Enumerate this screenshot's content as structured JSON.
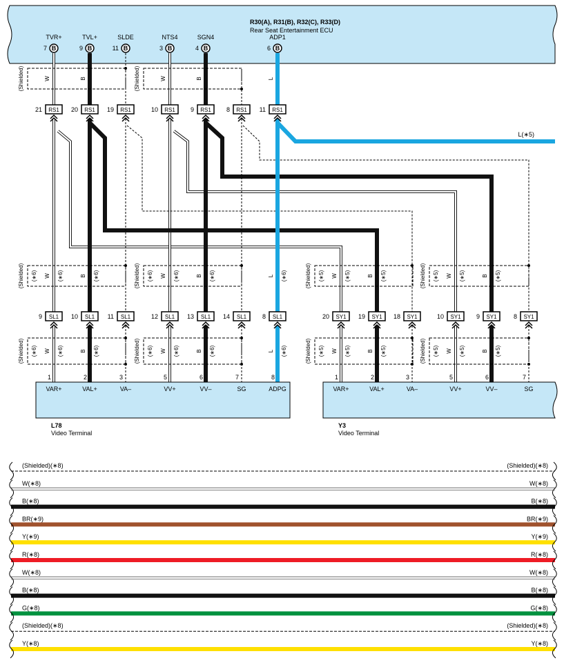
{
  "ecu": {
    "title": "R30(A), R31(B), R32(C), R33(D)",
    "subtitle": "Rear Seat Entertainment ECU",
    "pins": [
      {
        "num": "7",
        "name": "TVR+",
        "code": "B"
      },
      {
        "num": "9",
        "name": "TVL+",
        "code": "B"
      },
      {
        "num": "11",
        "name": "SLDE",
        "code": "B"
      },
      {
        "num": "3",
        "name": "NTS4",
        "code": "B"
      },
      {
        "num": "4",
        "name": "SGN4",
        "code": "B"
      },
      {
        "num": "6",
        "name": "ADP1",
        "code": "B"
      }
    ]
  },
  "rs1": {
    "label": "RS1",
    "pins": [
      "21",
      "20",
      "19",
      "10",
      "9",
      "8",
      "11"
    ]
  },
  "sl1": {
    "label": "SL1",
    "pins": [
      "9",
      "10",
      "11",
      "12",
      "13",
      "14",
      "8"
    ]
  },
  "sy1": {
    "label": "SY1",
    "pins": [
      "20",
      "19",
      "18",
      "10",
      "9",
      "8"
    ]
  },
  "shield": {
    "text": "(Shielded)",
    "wire_w": "W",
    "wire_b": "B",
    "wire_l": "L",
    "note6": "(∗6)",
    "note5": "(∗5)"
  },
  "branch_label": "L(∗5)",
  "l78": {
    "id": "L78",
    "name": "Video Terminal",
    "pins": [
      {
        "num": "1",
        "name": "VAR+"
      },
      {
        "num": "2",
        "name": "VAL+"
      },
      {
        "num": "3",
        "name": "VA–"
      },
      {
        "num": "5",
        "name": "VV+"
      },
      {
        "num": "6",
        "name": "VV–"
      },
      {
        "num": "7",
        "name": "SG"
      },
      {
        "num": "8",
        "name": "ADPG"
      }
    ]
  },
  "y3": {
    "id": "Y3",
    "name": "Video Terminal",
    "pins": [
      {
        "num": "1",
        "name": "VAR+"
      },
      {
        "num": "2",
        "name": "VAL+"
      },
      {
        "num": "3",
        "name": "VA–"
      },
      {
        "num": "5",
        "name": "VV+"
      },
      {
        "num": "6",
        "name": "VV–"
      },
      {
        "num": "7",
        "name": "SG"
      }
    ]
  },
  "legend": [
    {
      "label": "(Shielded)(∗8)",
      "style": "shield",
      "color": "#000000"
    },
    {
      "label": "W(∗8)",
      "style": "white",
      "color": "#ffffff"
    },
    {
      "label": "B(∗8)",
      "style": "solid",
      "color": "#111111"
    },
    {
      "label": "BR(∗9)",
      "style": "solid",
      "color": "#a0522d"
    },
    {
      "label": "Y(∗9)",
      "style": "solid",
      "color": "#ffe000"
    },
    {
      "label": "R(∗8)",
      "style": "solid",
      "color": "#ee1c25"
    },
    {
      "label": "W(∗8)",
      "style": "white",
      "color": "#ffffff"
    },
    {
      "label": "B(∗8)",
      "style": "solid",
      "color": "#111111"
    },
    {
      "label": "G(∗8)",
      "style": "solid",
      "color": "#00923f"
    },
    {
      "label": "(Shielded)(∗8)",
      "style": "shield",
      "color": "#000000"
    },
    {
      "label": "Y(∗8)",
      "style": "solid",
      "color": "#ffe000"
    }
  ],
  "colors": {
    "connector_fill": "#c5e7f7",
    "cyan_wire": "#1aa6e0",
    "black_wire": "#111111"
  }
}
